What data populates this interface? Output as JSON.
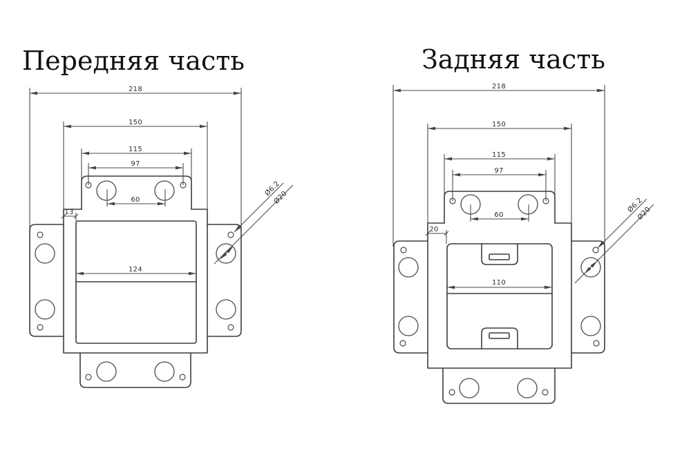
{
  "document_type": "technical-drawing",
  "front": {
    "title": "Передняя часть",
    "dim_overall": "218",
    "dim_frame": "150",
    "dim_tab": "115",
    "dim_hole_spacing": "97",
    "dim_circle_spacing": "60",
    "dim_offset": "13",
    "dim_window": "124",
    "label_hole_dia": "Ø6.2",
    "label_circle_dia": "Ø20"
  },
  "back": {
    "title": "Задняя часть",
    "dim_overall": "218",
    "dim_frame": "150",
    "dim_tab": "115",
    "dim_hole_spacing": "97",
    "dim_circle_spacing": "60",
    "dim_offset": "20",
    "dim_window": "110",
    "label_hole_dia": "Ø6.2",
    "label_circle_dia": "Ø20"
  },
  "colors": {
    "background": "#ffffff",
    "outline": "#3c3c3c",
    "dimension": "#4a4a4a",
    "text": "#2b2b2b"
  }
}
